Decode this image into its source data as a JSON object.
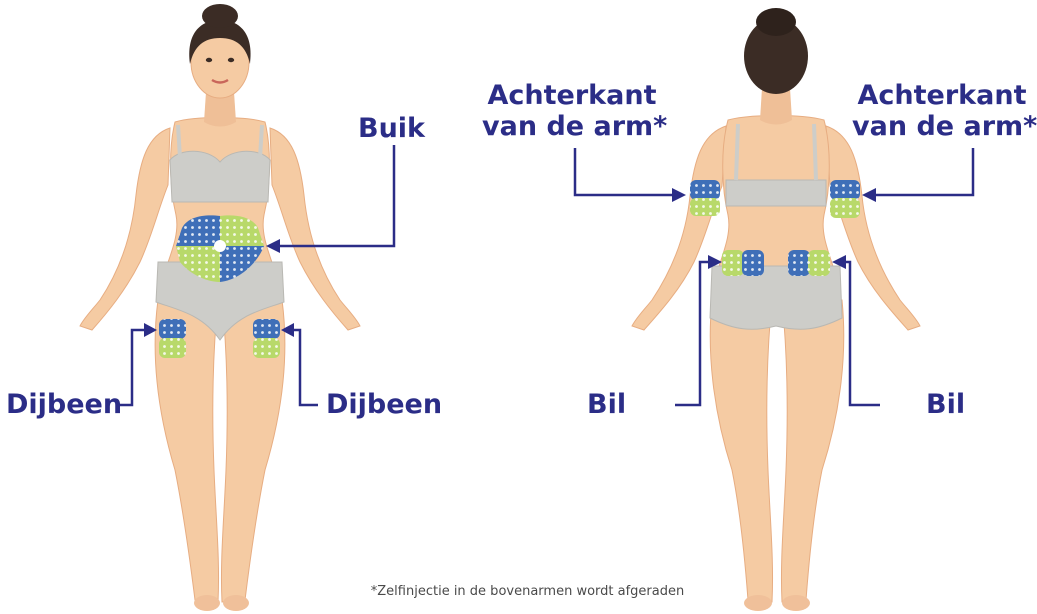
{
  "labels": {
    "buik": "Buik",
    "dijbeen_left": "Dijbeen",
    "dijbeen_right": "Dijbeen",
    "arm_left_line1": "Achterkant",
    "arm_left_line2": "van de arm*",
    "arm_right_line1": "Achterkant",
    "arm_right_line2": "van de arm*",
    "bil_left": "Bil",
    "bil_right": "Bil"
  },
  "footnote": "*Zelfinjectie in de bovenarmen  wordt afgeraden",
  "colors": {
    "label": "#2b2d87",
    "line": "#2b2d87",
    "skin": "#f5cba3",
    "skin_shadow": "#e7ad82",
    "underwear": "#cdcdc9",
    "underwear_dark": "#b9b8b3",
    "hair": "#3b2c25",
    "patch_blue": "#3f6fb8",
    "patch_green": "#b8d96a"
  }
}
